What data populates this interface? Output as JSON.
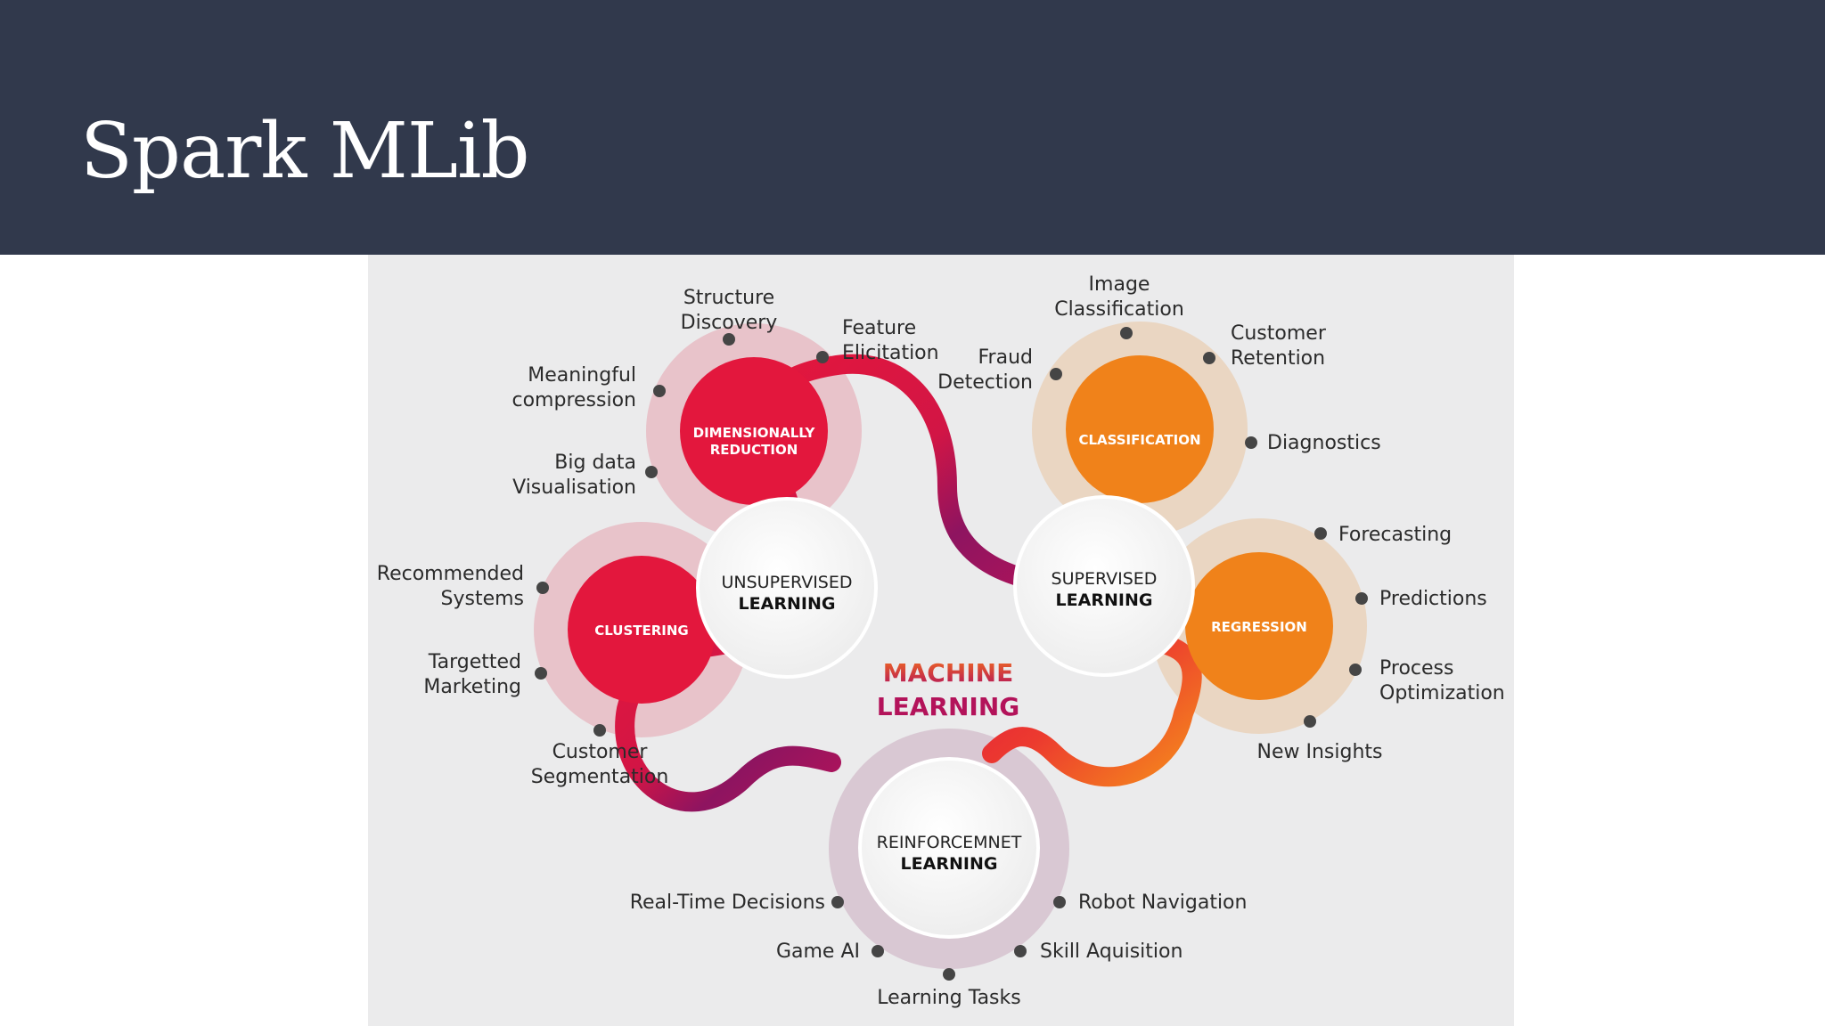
{
  "slide": {
    "title": "Spark MLib"
  },
  "diagram": {
    "center": {
      "line1": "MACHINE",
      "line2": "LEARNING"
    },
    "hubs": {
      "unsupervised": {
        "line1": "UNSUPERVISED",
        "line2": "LEARNING"
      },
      "supervised": {
        "line1": "SUPERVISED",
        "line2": "LEARNING"
      },
      "reinforcement": {
        "line1": "REINFORCEMNET",
        "line2": "LEARNING"
      }
    },
    "categories": {
      "dimensionally_reduction": {
        "line1": "DIMENSIONALLY",
        "line2": "REDUCTION"
      },
      "clustering": {
        "label": "CLUSTERING"
      },
      "classification": {
        "label": "CLASSIFICATION"
      },
      "regression": {
        "label": "REGRESSION"
      }
    },
    "apps": {
      "structure_discovery": [
        "Structure",
        "Discovery"
      ],
      "feature_elicitation": [
        "Feature",
        "Elicitation"
      ],
      "meaningful_compression": [
        "Meaningful",
        "compression"
      ],
      "big_data_visualisation": [
        "Big data",
        "Visualisation"
      ],
      "recommended_systems": [
        "Recommended",
        "Systems"
      ],
      "targetted_marketing": [
        "Targetted",
        "Marketing"
      ],
      "customer_segmentation": [
        "Customer",
        "Segmentation"
      ],
      "image_classification": [
        "Image",
        "Classification"
      ],
      "customer_retention": [
        "Customer",
        "Retention"
      ],
      "fraud_detection": [
        "Fraud",
        "Detection"
      ],
      "diagnostics": "Diagnostics",
      "forecasting": "Forecasting",
      "predictions": "Predictions",
      "process_optimization": [
        "Process",
        "Optimization"
      ],
      "new_insights": "New Insights",
      "real_time_decisions": "Real-Time Decisions",
      "robot_navigation": "Robot Navigation",
      "game_ai": "Game AI",
      "skill_aquisition": "Skill Aquisition",
      "learning_tasks": "Learning Tasks"
    },
    "colors": {
      "red": "#e3173d",
      "orange": "#f0821a",
      "purple": "#8e1460",
      "pink_ring": "#e7b6bf",
      "peach_ring": "#ead2bb",
      "lilac_ring": "#d6c2cf",
      "dot": "#454545"
    }
  }
}
